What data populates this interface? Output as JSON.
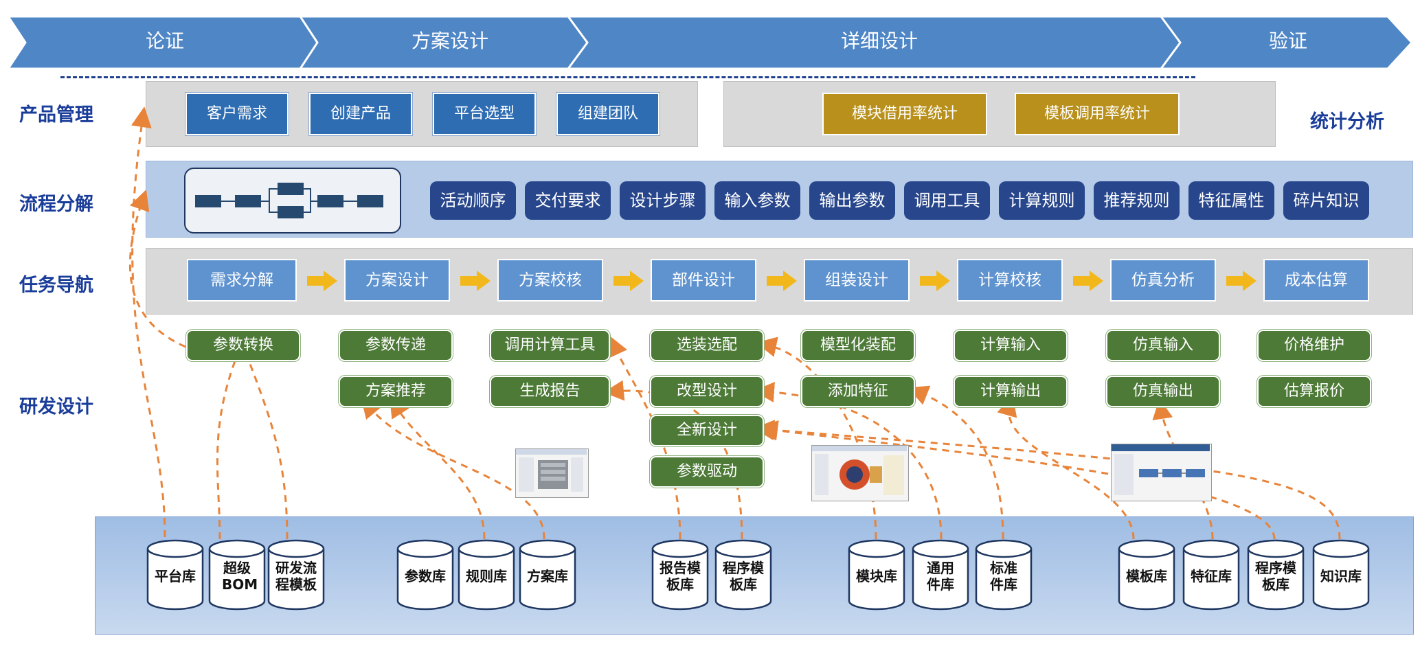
{
  "phases": [
    "论证",
    "方案设计",
    "详细设计",
    "验证"
  ],
  "row_labels": {
    "product_mgmt": "产品管理",
    "process": "流程分解",
    "task_nav": "任务导航",
    "rd_design": "研发设计",
    "stats": "统计分析"
  },
  "product_mgmt_items": [
    "客户需求",
    "创建产品",
    "平台选型",
    "组建团队"
  ],
  "stats_items": [
    "模块借用率统计",
    "模板调用率统计"
  ],
  "process_items": [
    "活动顺序",
    "交付要求",
    "设计步骤",
    "输入参数",
    "输出参数",
    "调用工具",
    "计算规则",
    "推荐规则",
    "特征属性",
    "碎片知识"
  ],
  "task_items": [
    "需求分解",
    "方案设计",
    "方案校核",
    "部件设计",
    "组装设计",
    "计算校核",
    "仿真分析",
    "成本估算"
  ],
  "design_items": {
    "col1": [
      "参数转换"
    ],
    "col2": [
      "参数传递",
      "方案推荐"
    ],
    "col3": [
      "调用计算工具",
      "生成报告"
    ],
    "col4": [
      "选装选配",
      "改型设计",
      "全新设计",
      "参数驱动"
    ],
    "col5": [
      "模型化装配",
      "添加特征"
    ],
    "col6": [
      "计算输入",
      "计算输出"
    ],
    "col7": [
      "仿真输入",
      "仿真输出"
    ],
    "col8": [
      "价格维护",
      "估算报价"
    ]
  },
  "databases": [
    "平台库",
    "超级BOM",
    "研发流程模板",
    "参数库",
    "规则库",
    "方案库",
    "报告模板库",
    "程序模板库",
    "模块库",
    "通用件库",
    "标准件库",
    "模板库",
    "特征库",
    "程序模板库",
    "知识库"
  ],
  "colors": {
    "phase": "#4f86c6",
    "navy": "#27468c",
    "green": "#4d7a37",
    "gold": "#b8901b",
    "task": "#5f93cf",
    "dashed_arrow": "#e8843a"
  }
}
